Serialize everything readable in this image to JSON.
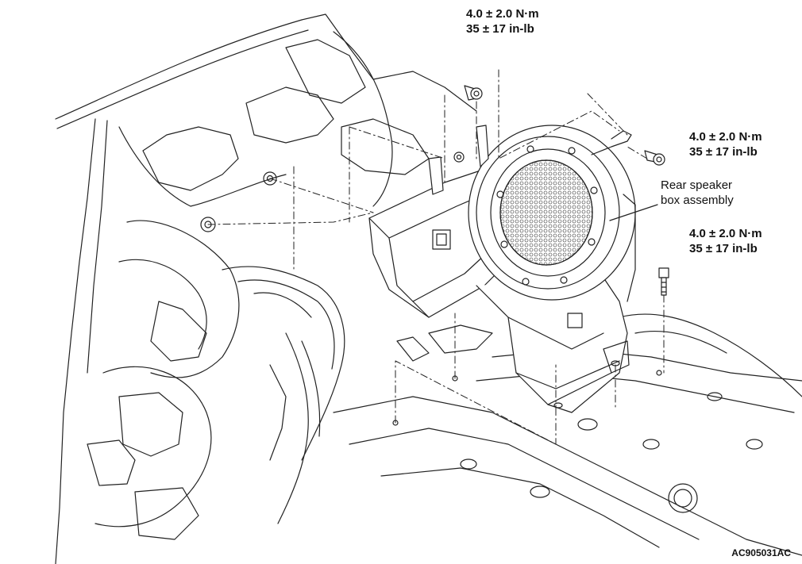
{
  "torque_specs": [
    {
      "metric": "4.0 ± 2.0 N·m",
      "imperial": "35 ± 17 in-lb"
    },
    {
      "metric": "4.0 ± 2.0 N·m",
      "imperial": "35 ± 17 in-lb"
    },
    {
      "metric": "4.0 ± 2.0 N·m",
      "imperial": "35 ± 17 in-lb"
    }
  ],
  "callout": {
    "line1": "Rear speaker",
    "line2": "box assembly"
  },
  "figure_code": "AC905031AC"
}
